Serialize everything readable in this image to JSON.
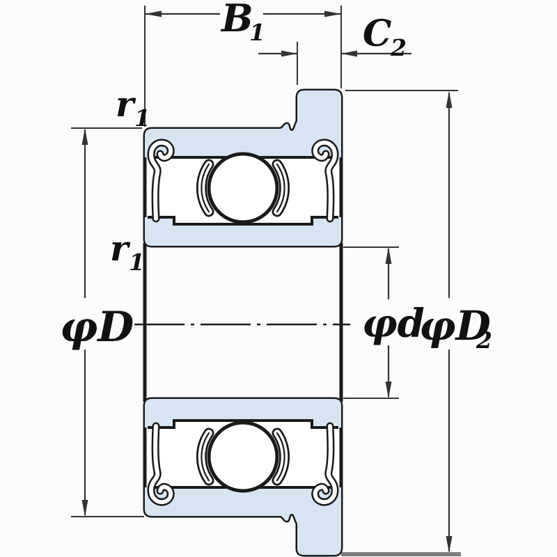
{
  "drawing": {
    "title": "Flanged shielded miniature ball bearing cross-section",
    "type": "dimensioned technical drawing"
  },
  "colors": {
    "outline": "#1a1a1a",
    "section_fill": "#d7e5f2",
    "dimension_lines": "#333333",
    "flange_extension_bar": "#7e7e7e",
    "background": "#fcfcfc"
  },
  "labels": {
    "width_b1": {
      "base": "B",
      "sub": "1"
    },
    "flange_width_c2": {
      "base": "C",
      "sub": "2"
    },
    "chamfer_r1_upper": {
      "base": "r",
      "sub": "1"
    },
    "chamfer_r1_lower": {
      "base": "r",
      "sub": "1"
    },
    "outer_diameter": {
      "base": "φD",
      "sub": ""
    },
    "bore_diameter": {
      "base": "φd",
      "sub": ""
    },
    "flange_diameter": {
      "base": "φD",
      "sub": "2"
    }
  }
}
